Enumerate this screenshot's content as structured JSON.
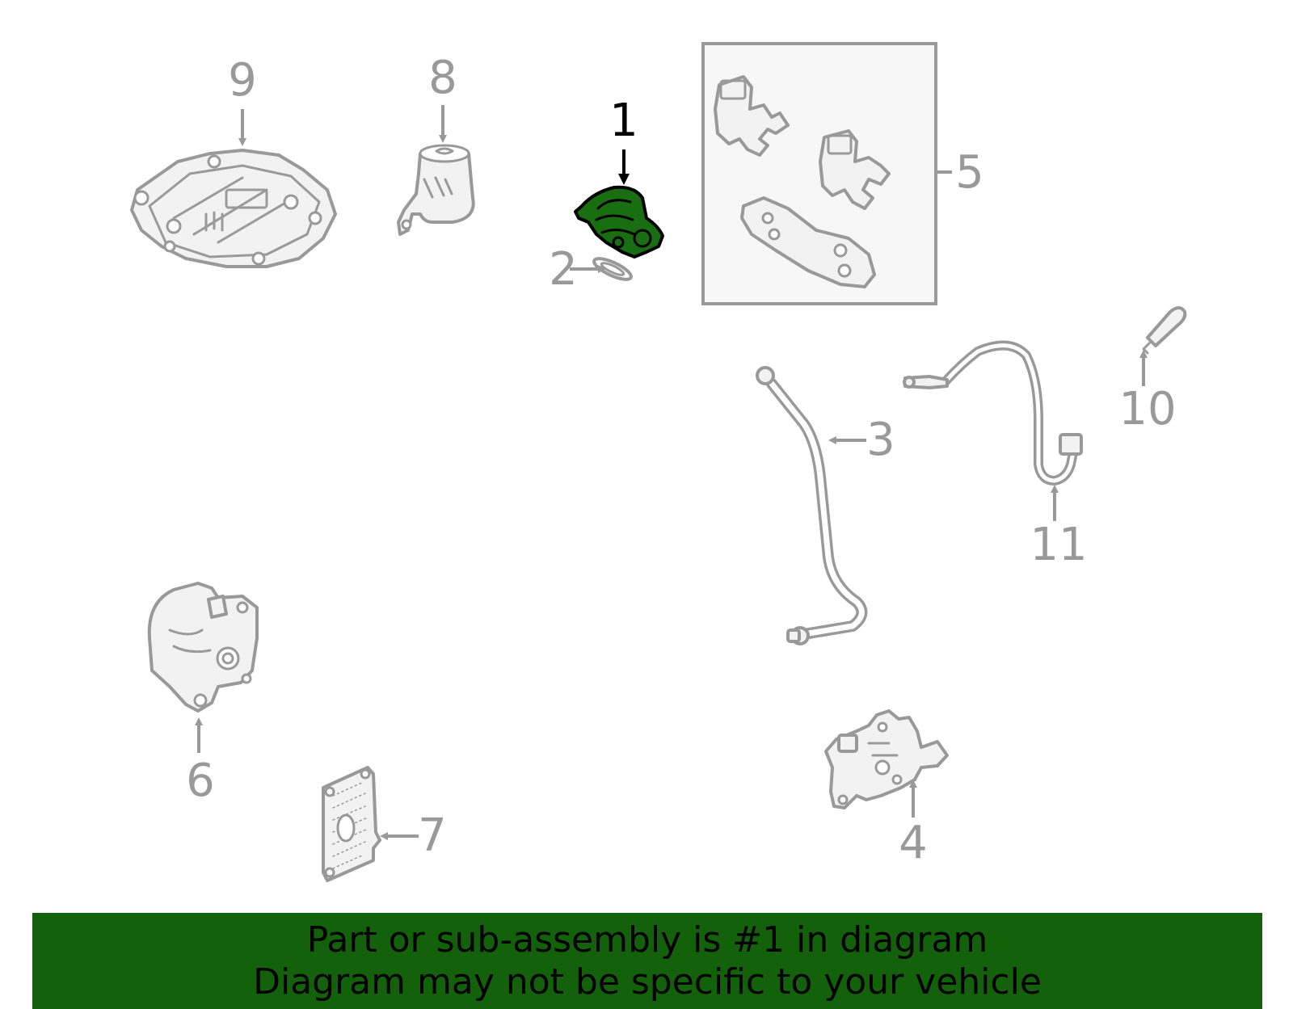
{
  "diagram": {
    "highlight_color": "#1a6e12",
    "part_color": "#999999",
    "callouts": {
      "c1": "1",
      "c2": "2",
      "c3": "3",
      "c4": "4",
      "c5": "5",
      "c6": "6",
      "c7": "7",
      "c8": "8",
      "c9": "9",
      "c10": "10",
      "c11": "11"
    },
    "highlighted_part": "1"
  },
  "banner": {
    "background": "#14610b",
    "line1": "Part or sub-assembly is #1 in diagram",
    "line2": "Diagram may not be specific to your vehicle"
  }
}
